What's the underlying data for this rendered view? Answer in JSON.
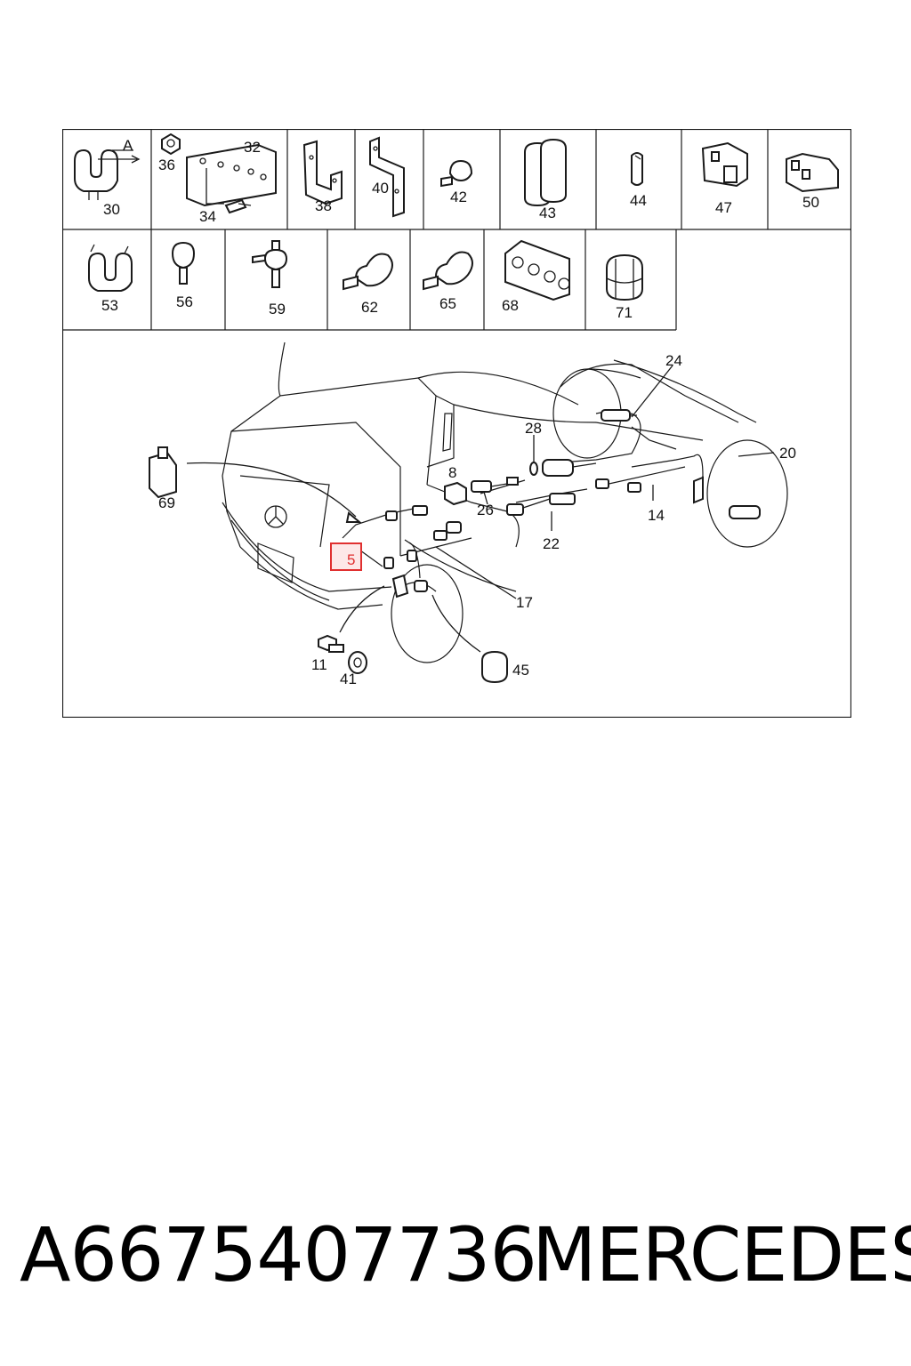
{
  "diagram": {
    "row1_labels": [
      "30",
      "A",
      "36",
      "32",
      "34",
      "38",
      "40",
      "42",
      "43",
      "44",
      "47",
      "50"
    ],
    "row2_labels": [
      "53",
      "56",
      "59",
      "62",
      "65",
      "68",
      "71"
    ],
    "main_labels": [
      "69",
      "24",
      "28",
      "8",
      "26",
      "20",
      "14",
      "22",
      "5",
      "17",
      "11",
      "41",
      "45"
    ],
    "highlighted_label": "5",
    "highlight_color": "#e03030"
  },
  "footer": {
    "part_number": "A6675407736",
    "brand": "MERCEDES"
  }
}
